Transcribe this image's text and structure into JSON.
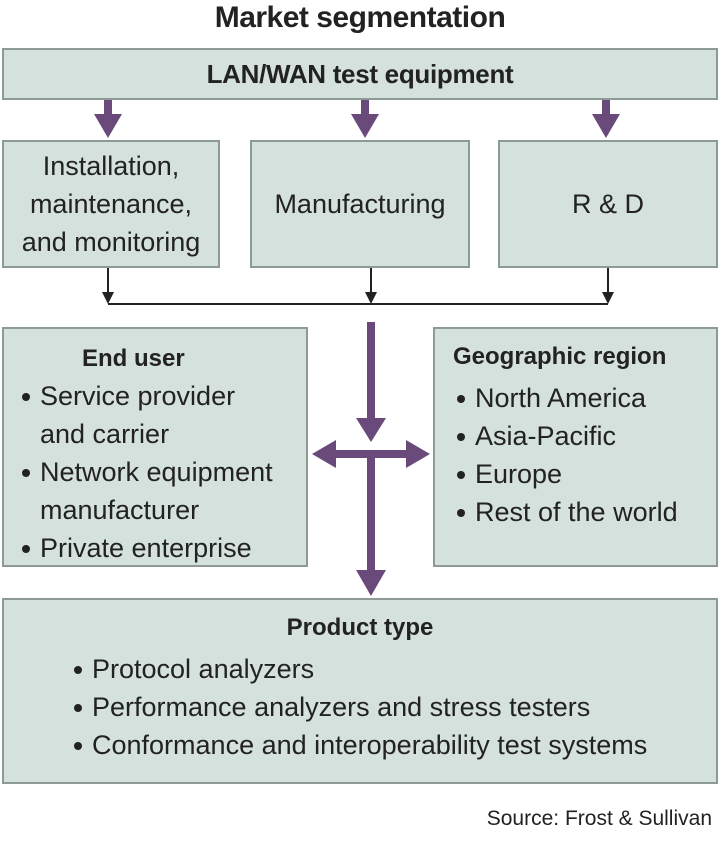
{
  "title": "Market segmentation",
  "top": {
    "label": "LAN/WAN test equipment"
  },
  "segments": [
    {
      "label": "Installation,\nmaintenance,\nand monitoring"
    },
    {
      "label": "Manufacturing"
    },
    {
      "label": "R & D"
    }
  ],
  "end_user": {
    "heading": "End user",
    "items": [
      "Service provider\nand carrier",
      "Network equipment\nmanufacturer",
      "Private enterprise"
    ]
  },
  "geographic_region": {
    "heading": "Geographic region",
    "items": [
      "North America",
      "Asia-Pacific",
      "Europe",
      "Rest of the world"
    ]
  },
  "product_type": {
    "heading": "Product type",
    "items": [
      "Protocol analyzers",
      "Performance analyzers and stress testers",
      "Conformance and interoperability test systems"
    ]
  },
  "source": "Source: Frost & Sullivan",
  "colors": {
    "box_fill": "#d4e1dc",
    "box_border": "#8e9a95",
    "arrow": "#6a4a7a",
    "line": "#222222"
  }
}
